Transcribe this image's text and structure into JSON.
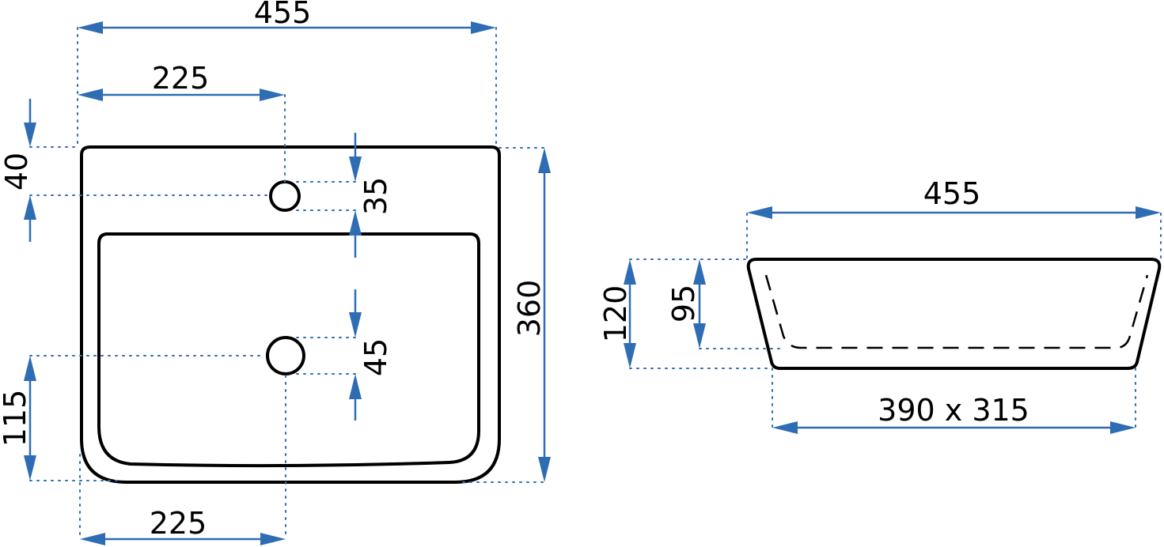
{
  "front_view": {
    "overall_width": "455",
    "tap_hole_offset_top": "225",
    "drain_offset_bottom": "225",
    "tap_hole_from_back": "40",
    "tap_hole_to_bowl": "35",
    "drain_diameter": "45",
    "overall_depth": "360",
    "drain_from_front": "115"
  },
  "side_view": {
    "top_width": "455",
    "outer_height": "120",
    "inner_depth": "95",
    "base_size": "390 x 315"
  },
  "colors": {
    "dimension_line": "#2e6db4",
    "outline": "#000000",
    "background": "#ffffff"
  }
}
